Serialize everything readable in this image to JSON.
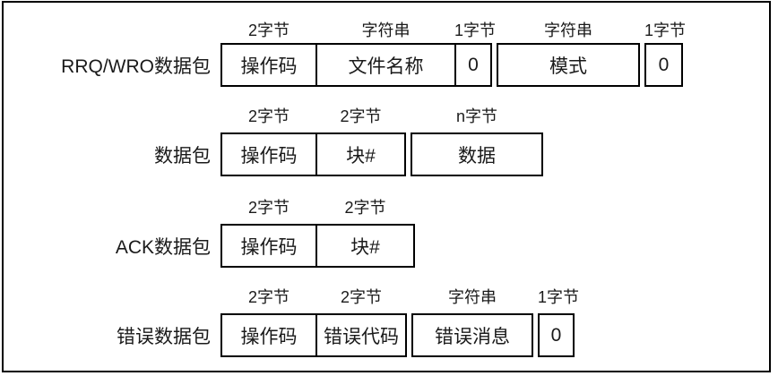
{
  "packets": [
    {
      "label": "RRQ/WRO数据包",
      "fields": [
        {
          "size": "2字节",
          "name": "操作码"
        },
        {
          "size": "字符串",
          "name": "文件名称"
        },
        {
          "size": "1字节",
          "name": "0"
        },
        {
          "size": "字符串",
          "name": "模式"
        },
        {
          "size": "1字节",
          "name": "0"
        }
      ]
    },
    {
      "label": "数据包",
      "fields": [
        {
          "size": "2字节",
          "name": "操作码"
        },
        {
          "size": "2字节",
          "name": "块#"
        },
        {
          "size": "n字节",
          "name": "数据"
        }
      ]
    },
    {
      "label": "ACK数据包",
      "fields": [
        {
          "size": "2字节",
          "name": "操作码"
        },
        {
          "size": "2字节",
          "name": "块#"
        }
      ]
    },
    {
      "label": "错误数据包",
      "fields": [
        {
          "size": "2字节",
          "name": "操作码"
        },
        {
          "size": "2字节",
          "name": "错误代码"
        },
        {
          "size": "字符串",
          "name": "错误消息"
        },
        {
          "size": "1字节",
          "name": "0"
        }
      ]
    }
  ],
  "colors": {
    "border": "#000000",
    "text": "#1a1a1a",
    "background": "#ffffff"
  }
}
